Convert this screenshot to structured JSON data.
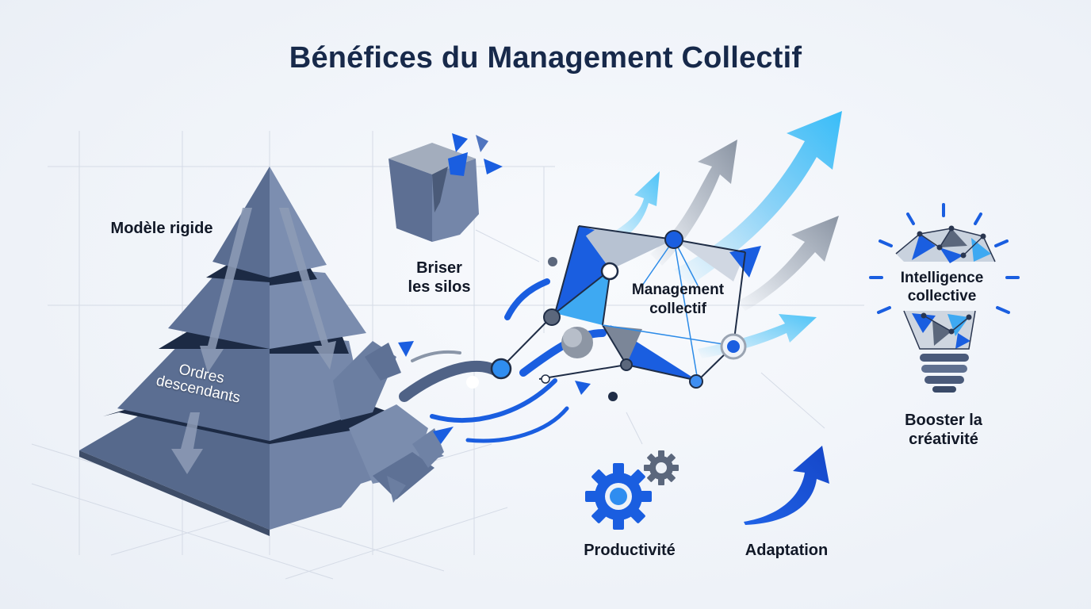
{
  "title": "Bénéfices du Management Collectif",
  "labels": {
    "rigid_model": "Modèle rigide",
    "top_down_line1": "Ordres",
    "top_down_line2": "descendants",
    "silos_line1": "Briser",
    "silos_line2": "les silos",
    "collective_mgmt_line1": "Management",
    "collective_mgmt_line2": "collectif",
    "collective_intel_line1": "Intelligence",
    "collective_intel_line2": "collective",
    "creativity_line1": "Booster la",
    "creativity_line2": "créativité",
    "productivity": "Productivité",
    "adaptation": "Adaptation"
  },
  "icons": [
    "pyramid-icon",
    "broken-box-icon",
    "network-icon",
    "lightbulb-network-icon",
    "gear-icon",
    "growth-arrow-icon"
  ],
  "colors": {
    "title": "#17294a",
    "pyramid": "#66789b",
    "pyramid_dark": "#1c2a44",
    "accent_blue": "#1a5ee0",
    "accent_light": "#39b6f4",
    "arrow_gray": "#8a96a8"
  }
}
